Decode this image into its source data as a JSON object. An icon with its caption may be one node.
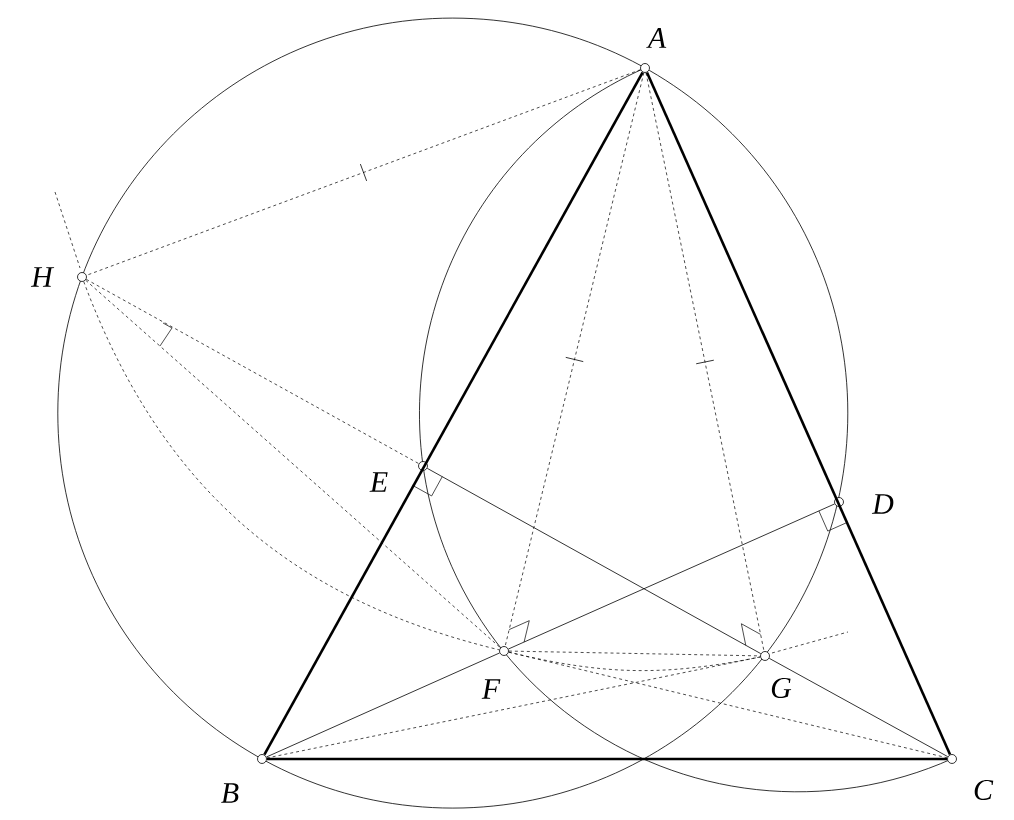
{
  "diagram": {
    "nodes": [
      {
        "text": [
          "A"
        ]
      },
      {
        "text": [
          "H"
        ]
      },
      {
        "text": [
          "E"
        ]
      },
      {
        "text": [
          "D"
        ]
      },
      {
        "text": [
          "F"
        ]
      },
      {
        "text": [
          "G"
        ]
      },
      {
        "text": [
          "B"
        ]
      },
      {
        "text": [
          "C"
        ]
      }
    ],
    "edges": [
      {
        "from": 0,
        "to": 6,
        "arrow": "none",
        "style": "thick"
      },
      {
        "from": 0,
        "to": 7,
        "arrow": "none",
        "style": "thick"
      },
      {
        "from": 6,
        "to": 7,
        "arrow": "none",
        "style": "thick"
      },
      {
        "from": 2,
        "to": 5,
        "arrow": "none"
      },
      {
        "from": 5,
        "to": 7,
        "arrow": "none"
      },
      {
        "from": 6,
        "to": 4,
        "arrow": "none"
      },
      {
        "from": 4,
        "to": 3,
        "arrow": "none"
      },
      {
        "from": 0,
        "to": 1,
        "arrow": "none",
        "style": "dashed"
      },
      {
        "from": 1,
        "to": 2,
        "arrow": "none",
        "style": "dashed"
      },
      {
        "from": 1,
        "to": 4,
        "arrow": "none",
        "style": "dashed"
      },
      {
        "from": 1,
        "to": 4,
        "arrow": "none",
        "style": "dashed"
      },
      {
        "from": 0,
        "to": 4,
        "arrow": "none",
        "style": "dashed"
      },
      {
        "from": 0,
        "to": 5,
        "arrow": "none",
        "style": "dashed"
      },
      {
        "from": 4,
        "to": 5,
        "arrow": "none",
        "style": "dashed"
      },
      {
        "from": 4,
        "to": 5,
        "arrow": "none",
        "style": "dashed"
      },
      {
        "from": 4,
        "to": 7,
        "arrow": "none",
        "style": "dashed"
      },
      {
        "from": 6,
        "to": 5,
        "arrow": "none",
        "style": "dashed"
      }
    ]
  }
}
